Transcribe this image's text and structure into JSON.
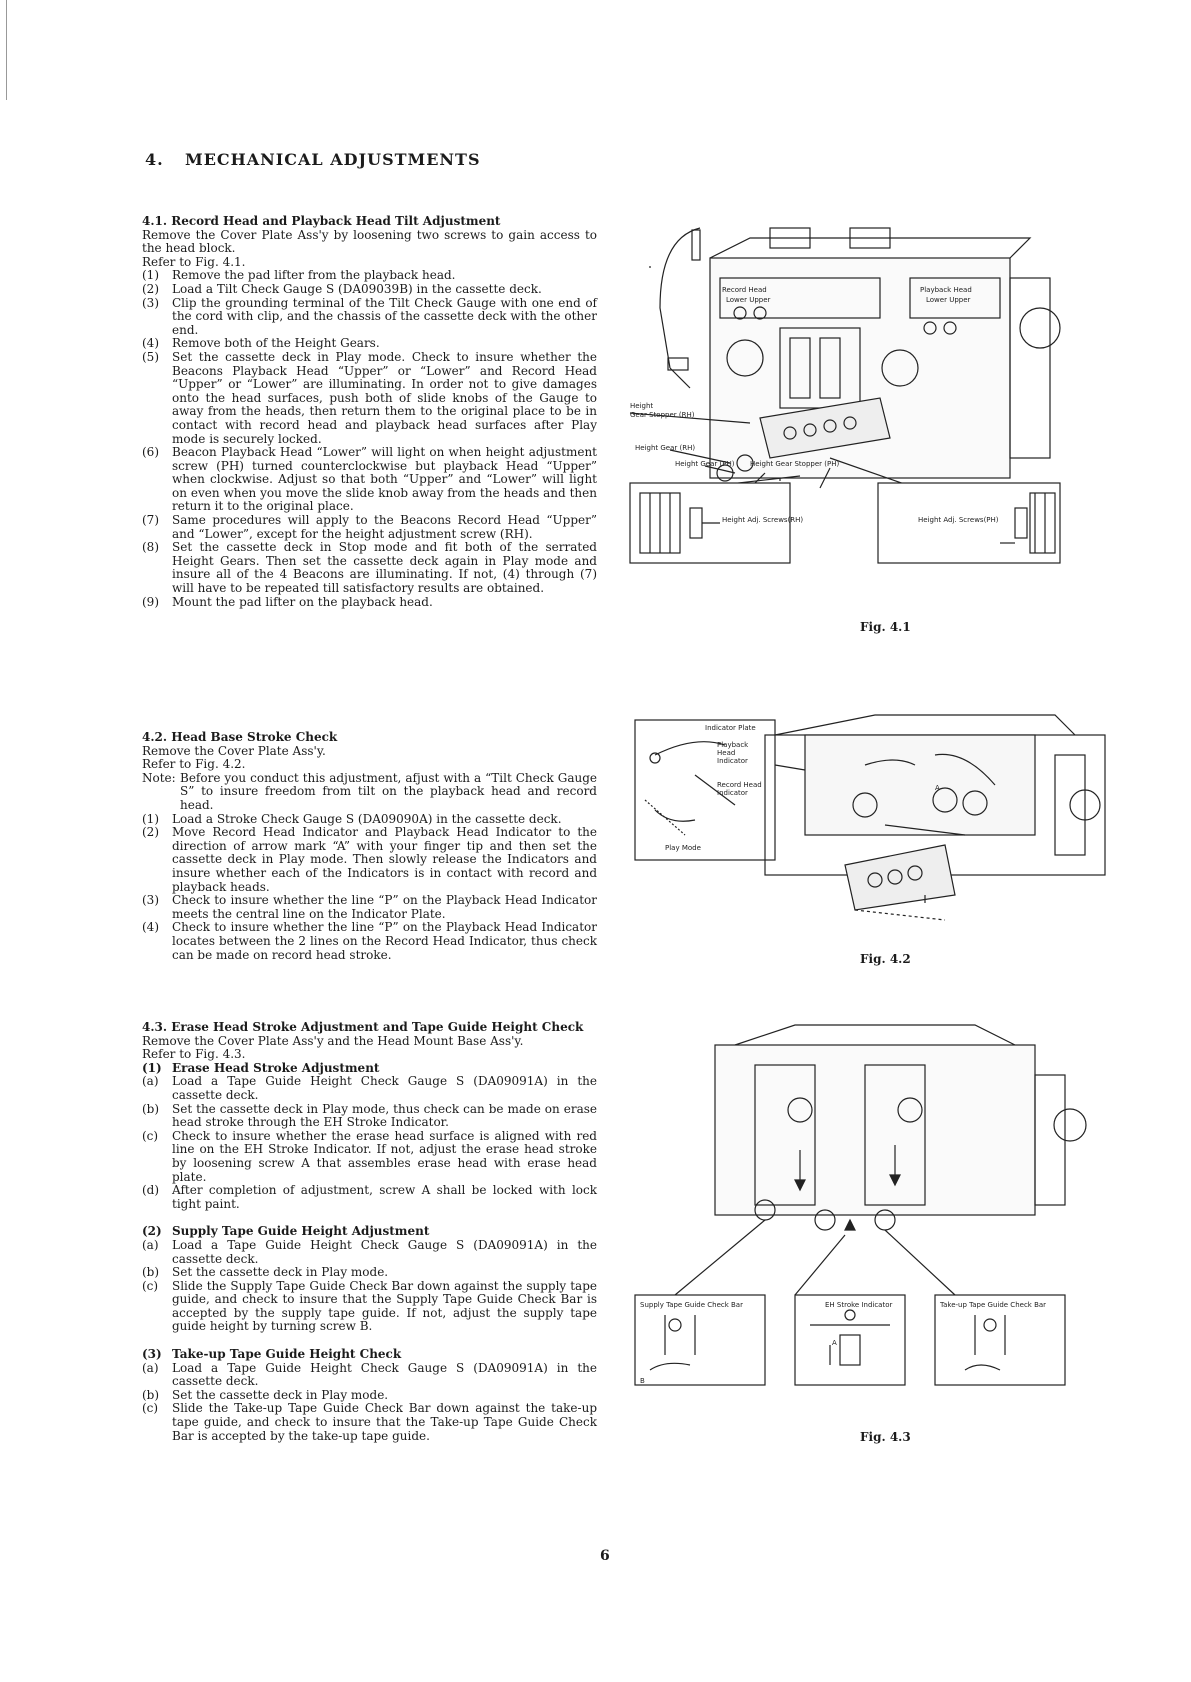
{
  "header": {
    "number": "4.",
    "title": "MECHANICAL ADJUSTMENTS"
  },
  "s41": {
    "title": "4.1. Record Head and Playback Head Tilt Adjustment",
    "intro": "Remove the Cover Plate Ass'y by loosening two screws to gain access to the head block.",
    "ref": "Refer to Fig. 4.1.",
    "items": [
      {
        "k": "(1)",
        "t": "Remove the pad lifter from the playback head."
      },
      {
        "k": "(2)",
        "t": "Load a Tilt Check Gauge S (DA09039B) in the cassette deck."
      },
      {
        "k": "(3)",
        "t": "Clip the grounding terminal of the Tilt Check Gauge with one end of the cord with clip, and the chassis of the cassette deck with the other end."
      },
      {
        "k": "(4)",
        "t": "Remove both of the Height Gears."
      },
      {
        "k": "(5)",
        "t": "Set the cassette deck in Play mode. Check to insure whether the Beacons Playback Head “Upper” or “Lower” and Record Head “Upper” or “Lower” are illuminating. In order not to give damages onto the head surfaces, push both of slide knobs of the Gauge to away from the heads, then return them to the original place to be in contact with record head and playback head surfaces after Play mode is securely locked."
      },
      {
        "k": "(6)",
        "t": "Beacon Playback Head “Lower” will light on when height adjustment screw (PH) turned counterclockwise but playback Head “Upper” when clockwise. Adjust so that both “Upper” and “Lower” will light on even when you move the slide knob away from the heads and then return it to the original place."
      },
      {
        "k": "(7)",
        "t": "Same procedures will apply to the Beacons Record Head “Upper” and “Lower”, except for the height adjustment screw (RH)."
      },
      {
        "k": "(8)",
        "t": "Set the cassette deck in Stop mode and fit both of the serrated Height Gears. Then set the cassette deck again in Play mode and insure all of the 4 Beacons are illuminating. If not, (4) through (7) will have to be repeated till satisfactory results are obtained."
      },
      {
        "k": "(9)",
        "t": "Mount the pad lifter on the playback head."
      }
    ]
  },
  "s42": {
    "title": "4.2. Head Base Stroke Check",
    "intro": "Remove the Cover Plate Ass'y.",
    "ref": "Refer to Fig. 4.2.",
    "note_k": "Note:",
    "note": "Before you conduct this adjustment, afjust with a “Tilt Check Gauge S” to insure freedom from tilt on the playback head and record head.",
    "items": [
      {
        "k": "(1)",
        "t": "Load a Stroke Check Gauge S (DA09090A) in the cassette deck."
      },
      {
        "k": "(2)",
        "t": "Move Record Head Indicator and Playback Head Indicator to the direction of arrow mark “A” with your finger tip and then set the cassette deck in Play mode. Then slowly release the Indicators and insure whether each of the Indicators is in contact with record and playback heads."
      },
      {
        "k": "(3)",
        "t": "Check to insure whether the line “P” on the Playback Head Indicator meets the central line on the Indicator Plate."
      },
      {
        "k": "(4)",
        "t": "Check to insure whether the line “P” on the Playback Head Indicator locates between the 2 lines on the Record Head Indicator, thus check can be made on record head stroke."
      }
    ]
  },
  "s43": {
    "title": "4.3. Erase Head Stroke Adjustment and Tape Guide Height Check",
    "intro": "Remove the Cover Plate Ass'y and the Head Mount Base Ass'y.",
    "ref": "Refer to Fig. 4.3.",
    "g1": {
      "k": "(1)",
      "title": "Erase Head Stroke Adjustment"
    },
    "g1items": [
      {
        "k": "(a)",
        "t": "Load a Tape Guide Height Check Gauge S (DA09091A) in the cassette deck."
      },
      {
        "k": "(b)",
        "t": "Set the cassette deck in Play mode, thus check can be made on erase head stroke through the EH Stroke Indicator."
      },
      {
        "k": "(c)",
        "t": "Check to insure whether the erase head surface is aligned with red line on the EH Stroke Indicator. If not, adjust the erase head stroke by loosening screw A that assembles erase head with erase head plate."
      },
      {
        "k": "(d)",
        "t": "After completion of adjustment, screw A shall be locked with lock tight paint."
      }
    ],
    "g2": {
      "k": "(2)",
      "title": "Supply Tape Guide Height Adjustment"
    },
    "g2items": [
      {
        "k": "(a)",
        "t": "Load a Tape Guide Height Check Gauge S (DA09091A) in the cassette deck."
      },
      {
        "k": "(b)",
        "t": "Set the cassette deck in Play mode."
      },
      {
        "k": "(c)",
        "t": "Slide the Supply Tape Guide Check Bar down against the supply tape guide, and check to insure that the Supply Tape Guide Check Bar is accepted by the supply tape guide. If not, adjust the supply tape guide height by turning screw B."
      }
    ],
    "g3": {
      "k": "(3)",
      "title": "Take-up Tape Guide Height Check"
    },
    "g3items": [
      {
        "k": "(a)",
        "t": "Load a Tape Guide Height Check Gauge S (DA09091A) in the cassette deck."
      },
      {
        "k": "(b)",
        "t": "Set the cassette deck in Play mode."
      },
      {
        "k": "(c)",
        "t": "Slide the Take-up Tape Guide Check Bar down against the take-up tape guide, and check to insure that the Take-up Tape Guide Check Bar is accepted by the take-up tape guide."
      }
    ]
  },
  "fig1": {
    "caption": "Fig. 4.1",
    "rec_head": "Record Head",
    "rec_lu": "Lower  Upper",
    "pb_head": "Playback Head",
    "pb_lu": "Lower  Upper",
    "height": "Height",
    "gear_stopper_rh": "Gear Stopper (RH)",
    "height_gear_rh": "Height Gear (RH)",
    "height_gear_ph": "Height Gear (PH)",
    "height_gear_stopper_ph": "Height Gear Stopper (PH)",
    "adj_rh": "Height Adj. Screws(RH)",
    "adj_ph": "Height Adj. Screws(PH)"
  },
  "fig2": {
    "caption": "Fig. 4.2",
    "indicator_plate": "Indicator Plate",
    "playback": "Playback",
    "head": "Head",
    "indicator": "Indicator",
    "record_head": "Record Head",
    "indicator2": "Indicator",
    "play_mode": "Play Mode",
    "a": "A"
  },
  "fig3": {
    "caption": "Fig. 4.3",
    "supply": "Supply Tape Guide Check Bar",
    "eh": "EH Stroke Indicator",
    "takeup": "Take-up Tape Guide Check Bar",
    "a": "A",
    "b": "B"
  },
  "page_number": "6"
}
